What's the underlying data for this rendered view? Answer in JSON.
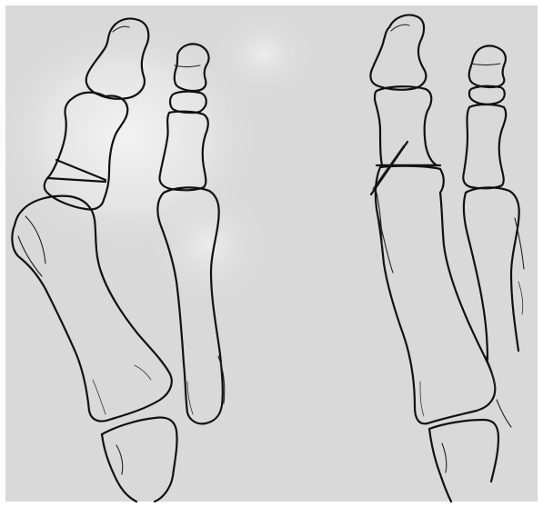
{
  "figure": {
    "left_panel": {
      "hallux": "proximal-phalanx-osteotomy-wedge",
      "second_toe": "intact"
    },
    "right_panel": {
      "hallux": "proximal-phalanx-osteotomy-closed",
      "second_toe": "intact"
    }
  },
  "colors": {
    "paper": "#d9d9d9",
    "line": "#111111",
    "glare": "#f2f2f2"
  }
}
